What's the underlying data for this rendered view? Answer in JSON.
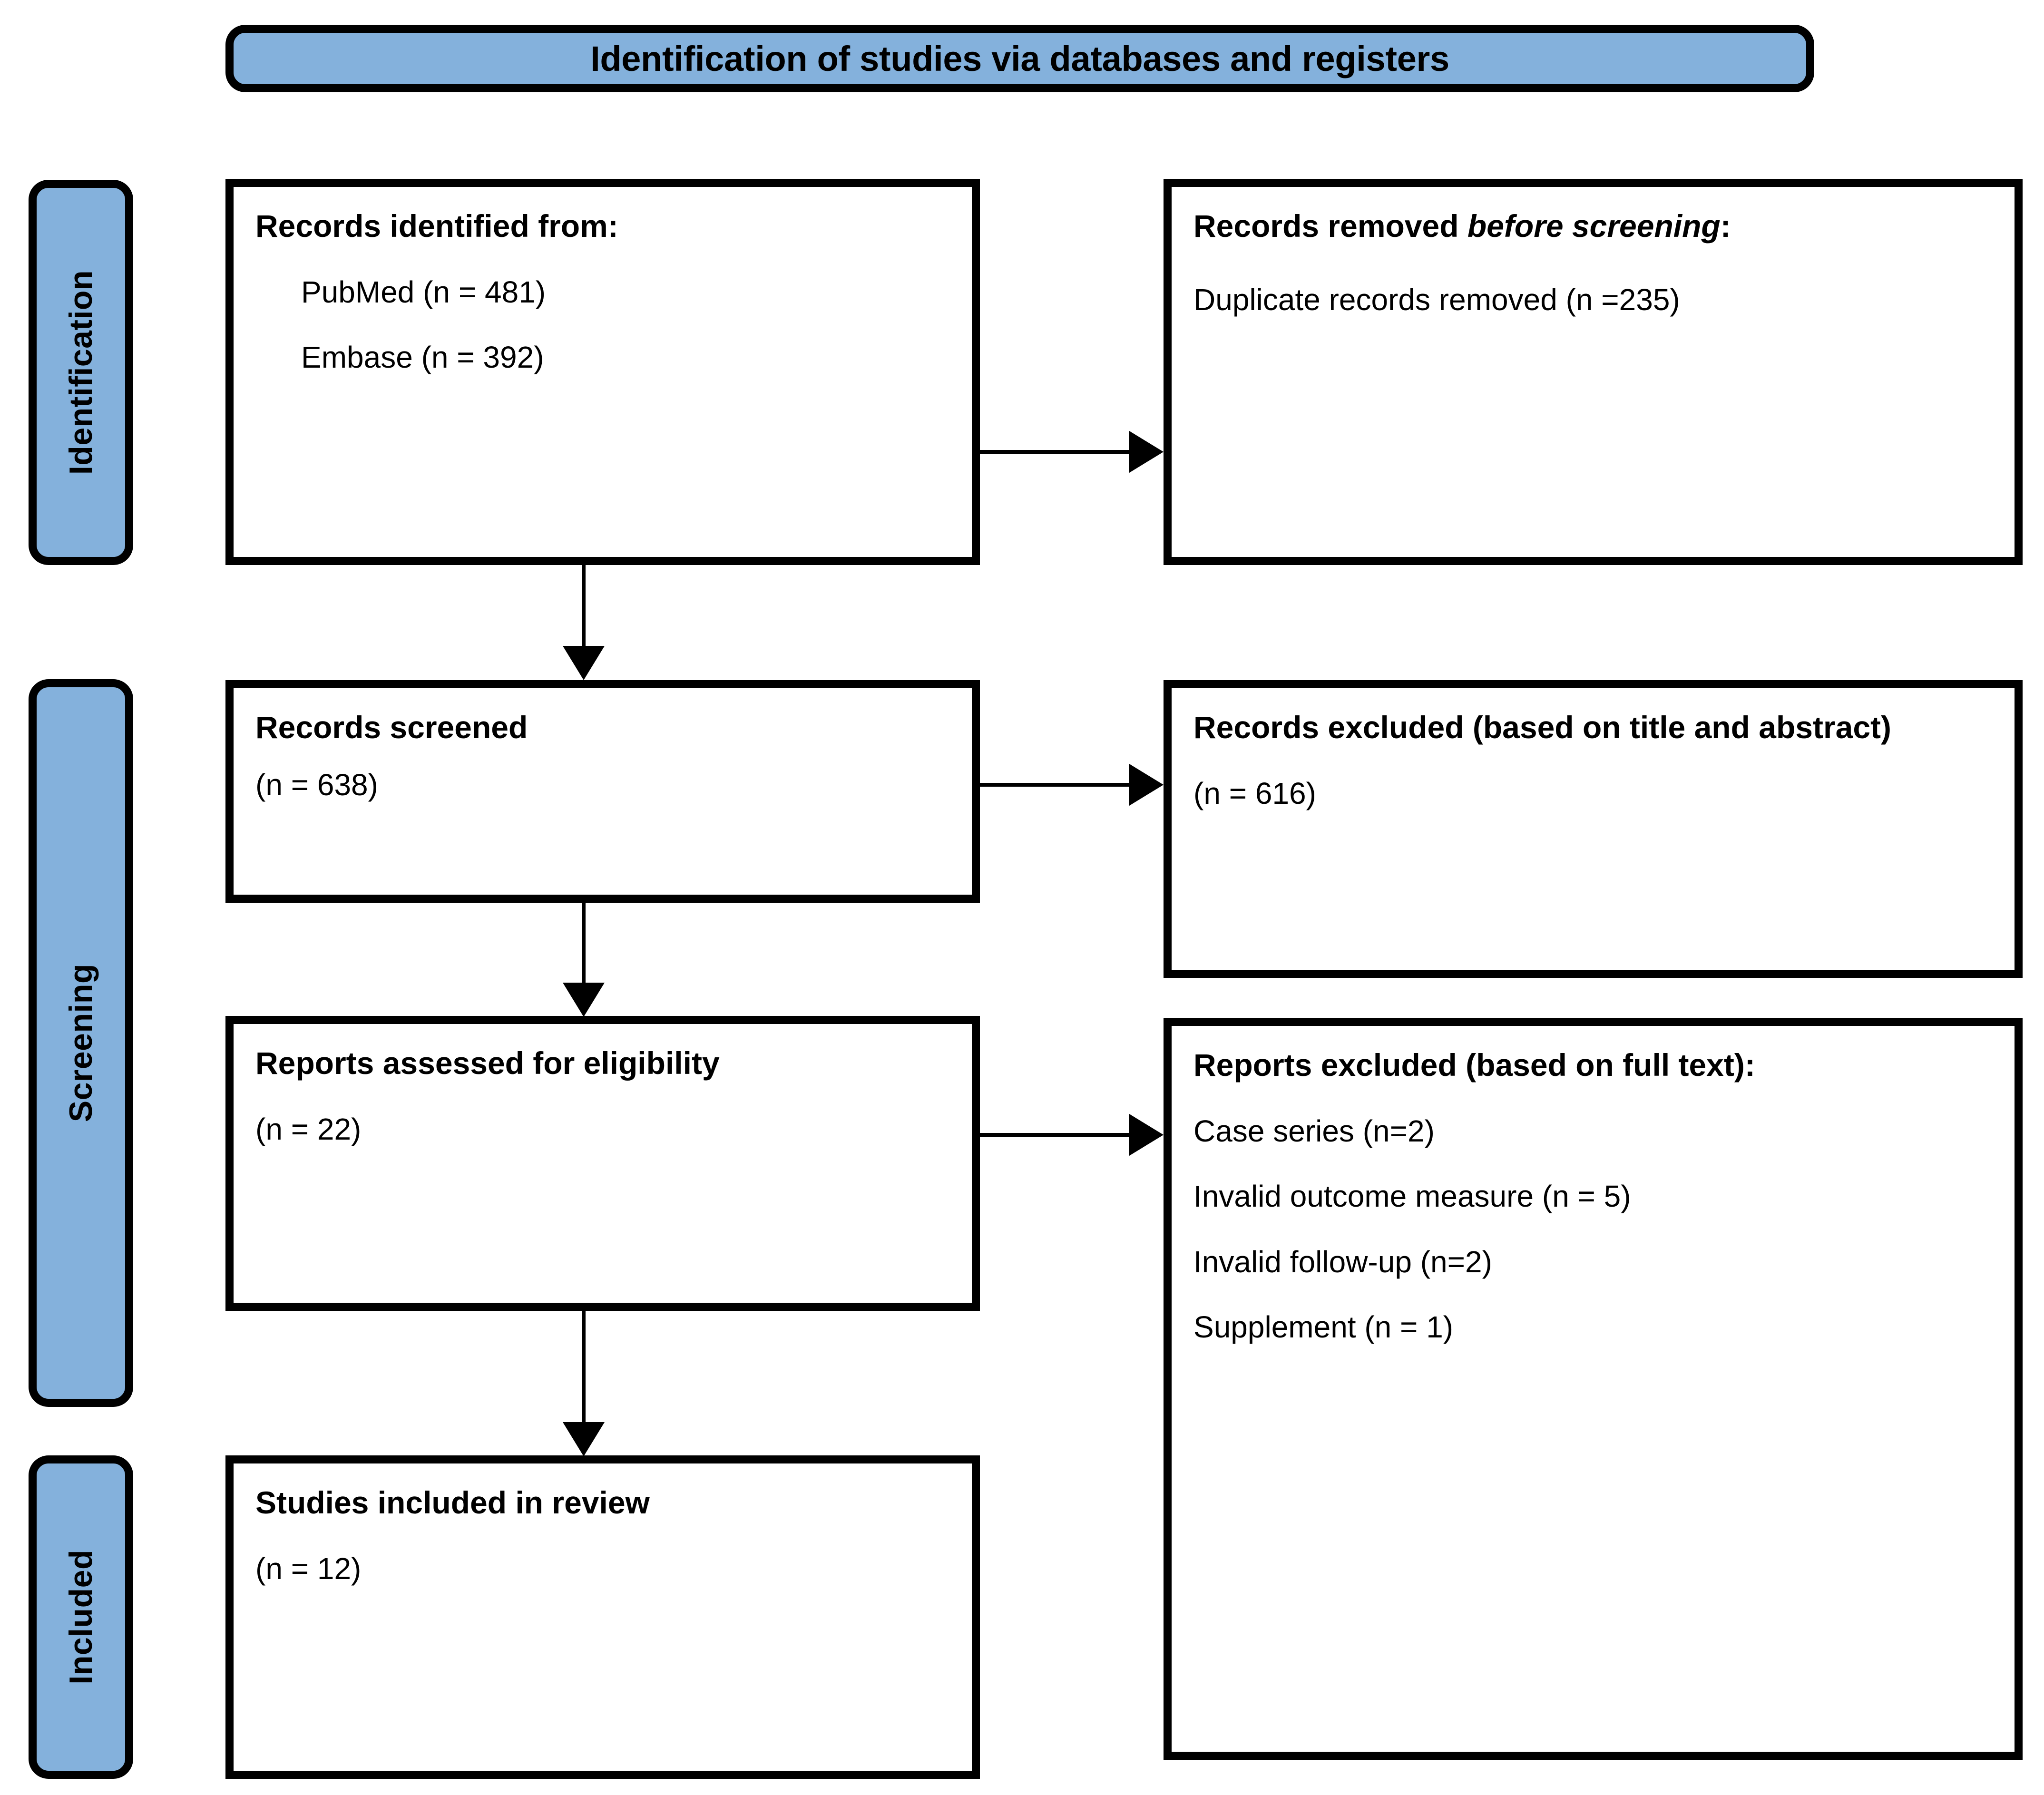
{
  "banner": {
    "title": "Identification of studies via databases and registers"
  },
  "stages": [
    {
      "id": "identification",
      "label": "Identification"
    },
    {
      "id": "screening",
      "label": "Screening"
    },
    {
      "id": "included",
      "label": "Included"
    }
  ],
  "boxes": {
    "identified": {
      "title": "Records identified from:",
      "sources": [
        "PubMed (n = 481)",
        "Embase (n = 392)"
      ]
    },
    "removed": {
      "title_lead": "Records removed ",
      "title_em": "before screening",
      "title_tail": ":",
      "detail": "Duplicate records removed (n =235)"
    },
    "screened": {
      "title": "Records screened",
      "count": "(n = 638)"
    },
    "excluded_title_abstract": {
      "title": "Records excluded (based on title and abstract)",
      "count": "(n = 616)"
    },
    "eligibility": {
      "title": "Reports assessed for eligibility",
      "count": "(n = 22)"
    },
    "excluded_full_text": {
      "title": "Reports excluded (based on full text):",
      "reasons": [
        "Case series (n=2)",
        "Invalid outcome measure (n = 5)",
        "Invalid follow-up (n=2)",
        "Supplement (n = 1)"
      ]
    },
    "included": {
      "title": "Studies included in review",
      "count": "(n = 12)"
    }
  },
  "colors": {
    "banner_fill": "#84b1dc",
    "stage_fill": "#84b1dc",
    "stroke": "#000000",
    "box_fill": "#ffffff"
  }
}
